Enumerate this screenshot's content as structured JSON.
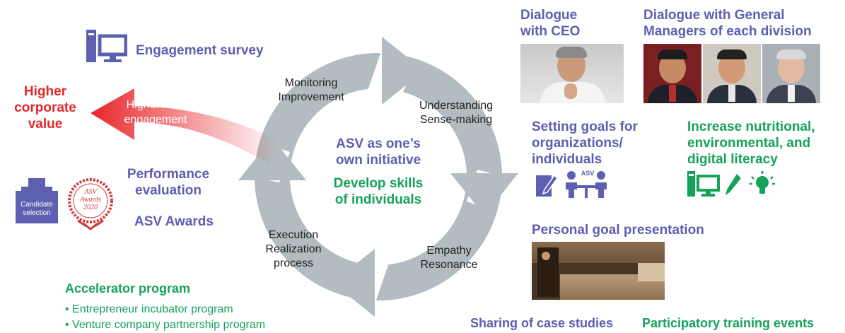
{
  "colors": {
    "purple": "#5d5fb0",
    "green": "#17a25b",
    "red": "#e8262a",
    "cycle_arrow": "#b3bcc0"
  },
  "center": {
    "line1": "ASV as one’s",
    "line2": "own initiative",
    "line3": "Develop skills",
    "line4": "of individuals"
  },
  "cycle": {
    "monitoring": [
      "Monitoring",
      "Improvement"
    ],
    "understanding": [
      "Understanding",
      "Sense-making"
    ],
    "empathy": [
      "Empathy",
      "Resonance"
    ],
    "execution": [
      "Execution",
      "Realization",
      "process"
    ]
  },
  "left": {
    "engagement_survey": "Engagement survey",
    "higher_corporate_value": [
      "Higher",
      "corporate",
      "value"
    ],
    "higher_asv_engagement": [
      "Higher ASV",
      "engagement"
    ],
    "performance_evaluation": [
      "Performance",
      "evaluation"
    ],
    "asv_awards": "ASV Awards",
    "candidate_selection": [
      "Candidate",
      "selection"
    ],
    "award_badge": [
      "ASV",
      "Awards",
      "2020"
    ]
  },
  "accelerator": {
    "title": "Accelerator program",
    "items": [
      "Entrepreneur incubator program",
      "Venture company partnership program"
    ]
  },
  "right": {
    "dialogue_ceo": [
      "Dialogue",
      "with CEO"
    ],
    "dialogue_gm": [
      "Dialogue with General",
      "Managers of each division"
    ],
    "setting_goals": [
      "Setting goals for",
      "organizations/",
      "individuals"
    ],
    "literacy": [
      "Increase nutritional,",
      "environmental, and",
      "digital literacy"
    ],
    "asv_icon_label": "ASV",
    "personal_goal": "Personal goal presentation",
    "sharing_cases": "Sharing of case studies",
    "training_events": "Participatory training events"
  }
}
